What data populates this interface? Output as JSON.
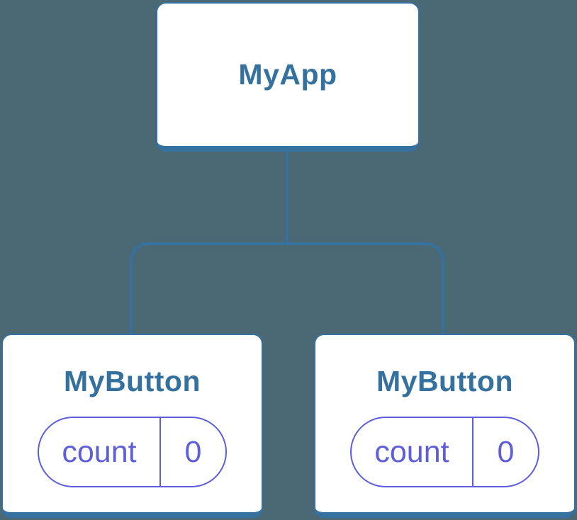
{
  "diagram": {
    "type": "component-tree",
    "tree": {
      "root": {
        "label": "MyApp"
      },
      "children": [
        {
          "label": "MyButton",
          "state": {
            "key": "count",
            "value": "0"
          }
        },
        {
          "label": "MyButton",
          "state": {
            "key": "count",
            "value": "0"
          }
        }
      ]
    }
  },
  "colors": {
    "background": "#4b6974",
    "accent_blue": "#35719f",
    "accent_purple": "#5e5edb",
    "card_background": "#ffffff"
  }
}
